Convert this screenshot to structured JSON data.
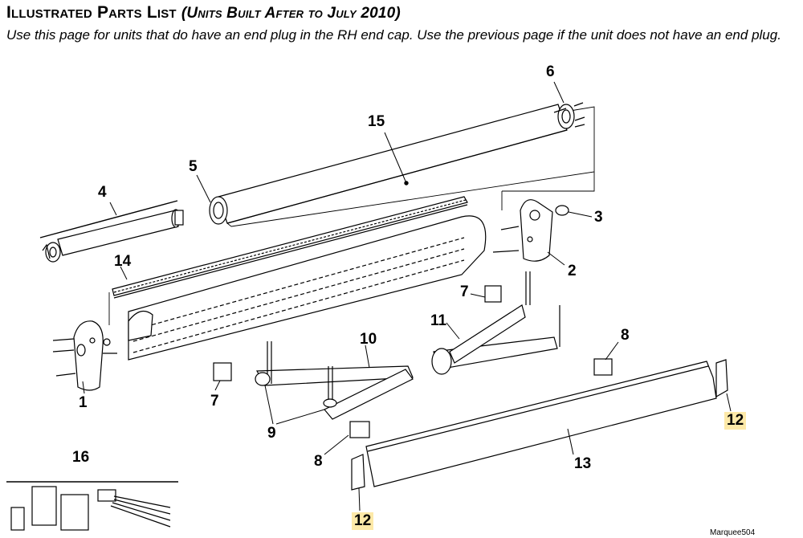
{
  "header": {
    "title": "Illustrated Parts List",
    "subtitle": "(Units Built After to July 2010)",
    "description": "Use this page for units that do have an end plug in the RH end cap.  Use the previous page if the unit does not have an end plug."
  },
  "callouts": {
    "c1": "1",
    "c2": "2",
    "c3": "3",
    "c4": "4",
    "c5": "5",
    "c6": "6",
    "c7a": "7",
    "c7b": "7",
    "c8a": "8",
    "c8b": "8",
    "c9": "9",
    "c10": "10",
    "c11": "11",
    "c12a": "12",
    "c12b": "12",
    "c13": "13",
    "c14": "14",
    "c15": "15",
    "c16": "16"
  },
  "highlight_color": "#fde9a8",
  "figure_code": "Marquee504"
}
